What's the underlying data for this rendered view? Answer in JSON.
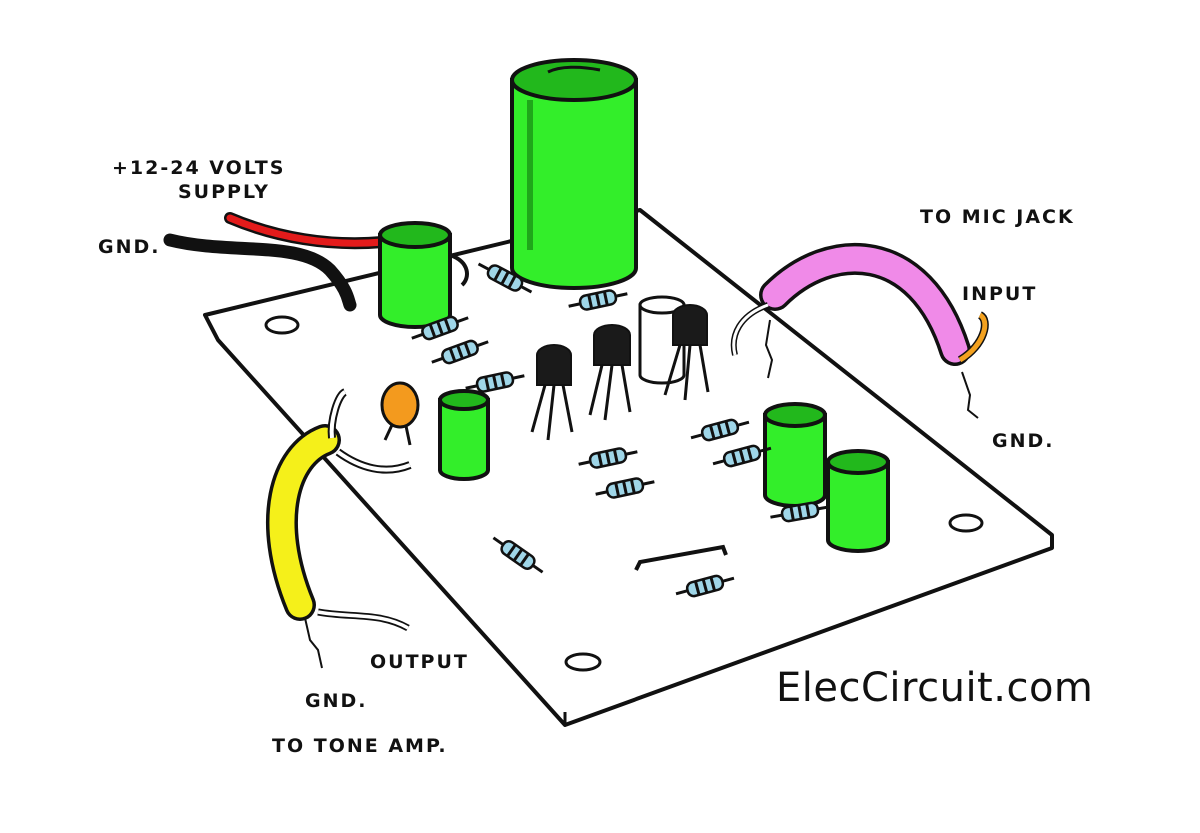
{
  "labels": {
    "supply_line1": "+12-24 VOLTS",
    "supply_line2": "SUPPLY",
    "gnd_supply": "GND.",
    "mic_jack": "TO MIC JACK",
    "input": "INPUT",
    "gnd_input": "GND.",
    "output": "OUTPUT",
    "gnd_output": "GND.",
    "tone_amp": "TO TONE AMP."
  },
  "brand": "ElecCircuit.com",
  "colors": {
    "board": "#ffffff",
    "outline": "#111111",
    "capacitor": "#33ee2a",
    "capacitor_dark": "#22b81c",
    "resistor_body": "#9fd6e8",
    "transistor": "#1a1a1a",
    "wire_red": "#e31b1b",
    "wire_pink": "#f08ae8",
    "wire_yellow": "#f5f01a",
    "wire_orange": "#f3a11f",
    "ceramic_cap": "#f39a1e"
  }
}
